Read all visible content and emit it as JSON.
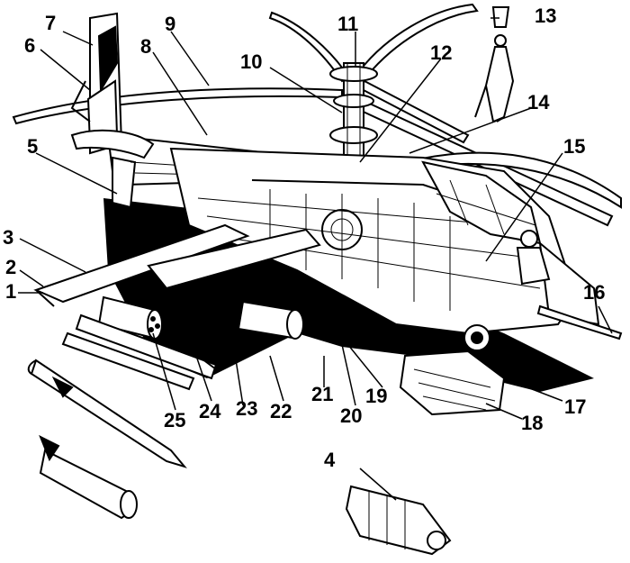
{
  "figure": {
    "subject": "cutaway illustration of a coaxial-rotor attack helicopter",
    "callouts": [
      "1",
      "2",
      "3",
      "4",
      "5",
      "6",
      "7",
      "8",
      "9",
      "10",
      "11",
      "12",
      "13",
      "14",
      "15",
      "16",
      "17",
      "18",
      "19",
      "20",
      "21",
      "22",
      "23",
      "24",
      "25"
    ]
  },
  "colors": {
    "ink": "#000000",
    "paper": "#ffffff"
  }
}
